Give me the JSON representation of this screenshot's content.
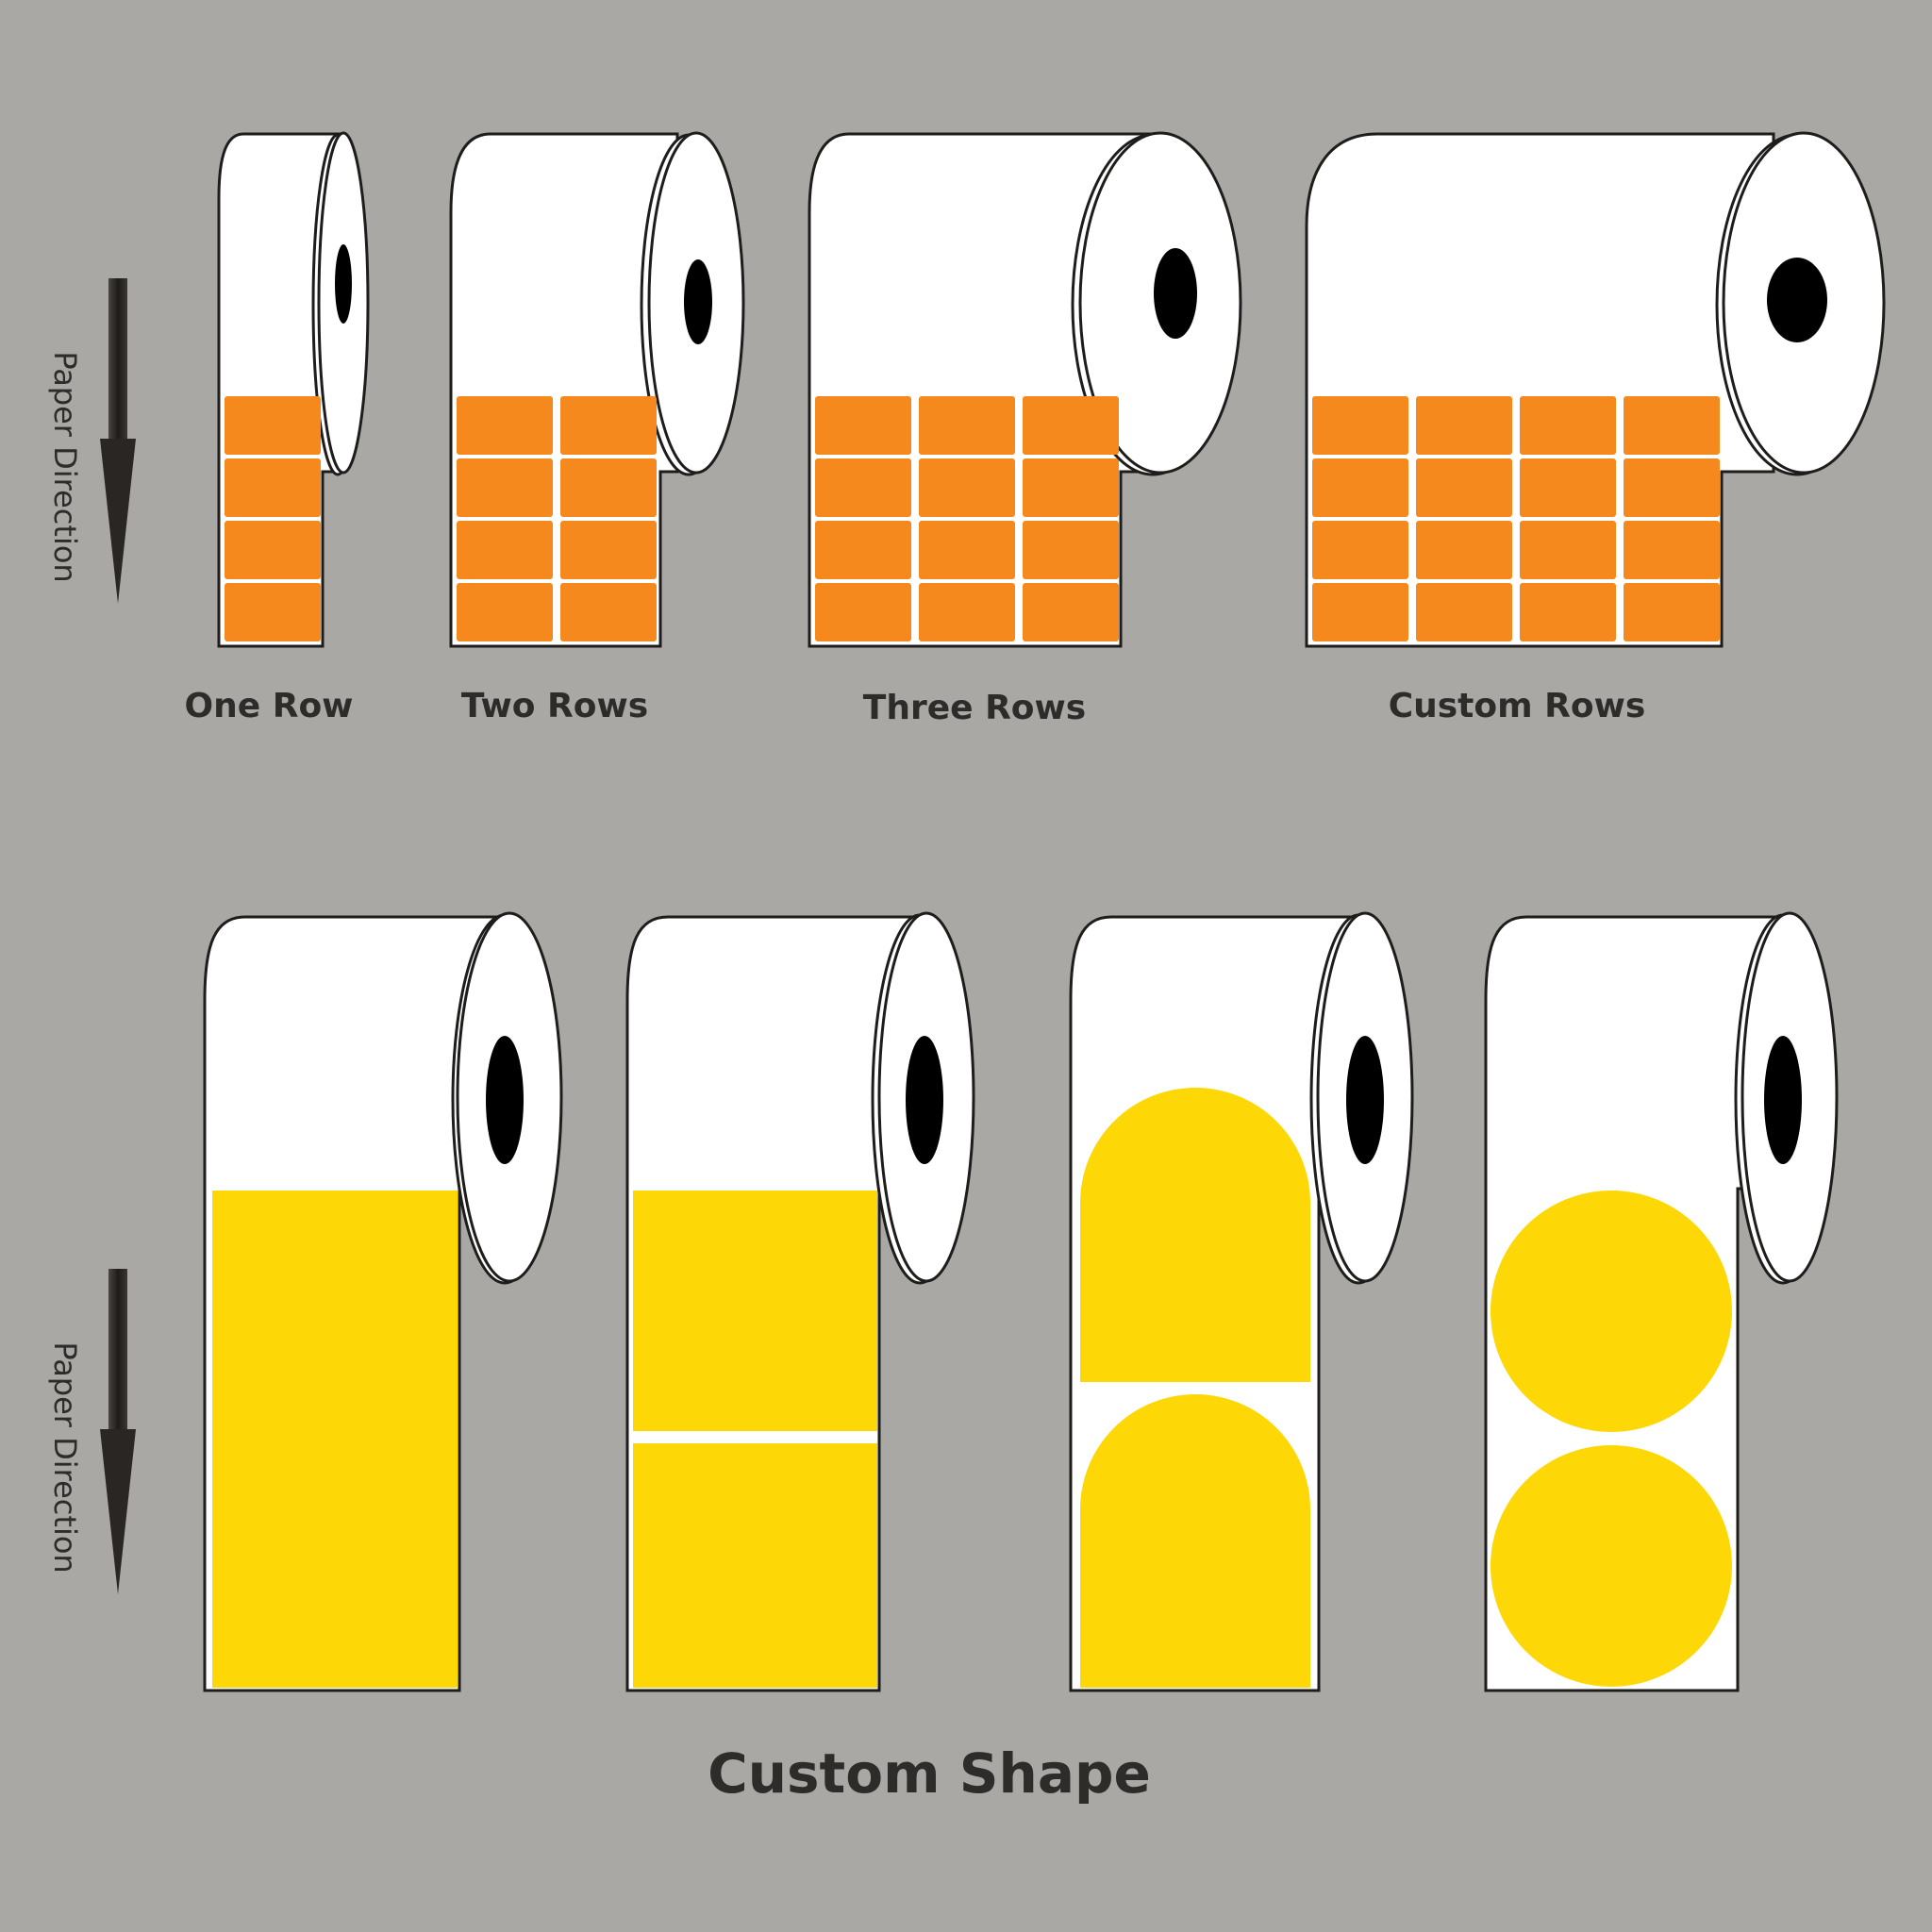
{
  "direction_label": "Paper Direction",
  "top_row": {
    "labels": [
      "One Row",
      "Two Rows",
      "Three Rows",
      "Custom Rows"
    ]
  },
  "bottom_row": {
    "title": "Custom Shape"
  },
  "colors": {
    "background": "#a9a8a5",
    "roll": "#ffffff",
    "outline": "#1f1d1b",
    "core": "#000000",
    "label_orange": "#f5891e",
    "label_yellow": "#fdd706",
    "arrow": "#2e2c2a",
    "text": "#2e2c2a"
  }
}
